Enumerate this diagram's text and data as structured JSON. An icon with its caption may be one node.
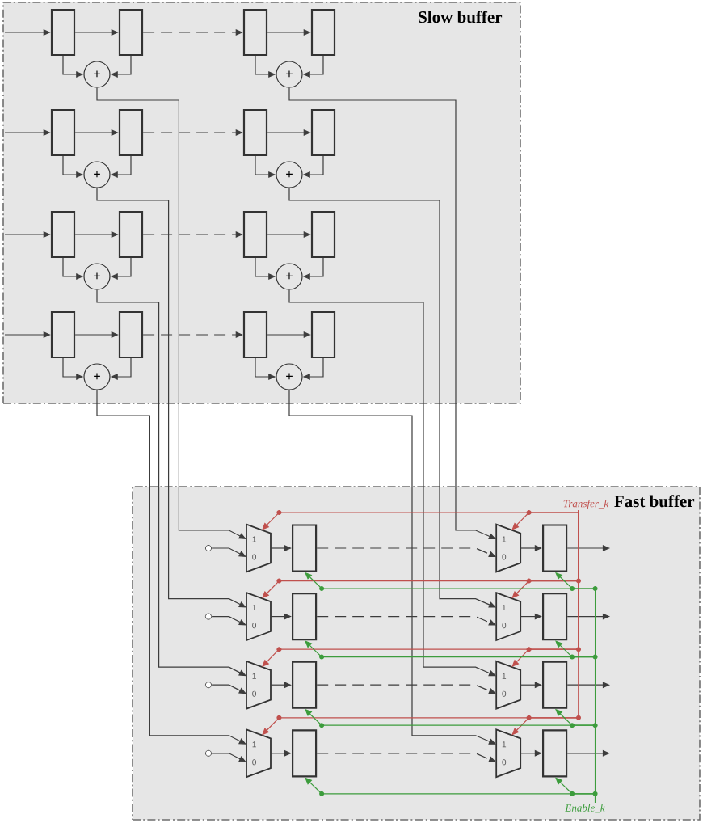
{
  "diagram": {
    "nodes": [
      {
        "text": [
          "Slow buffer"
        ]
      },
      {
        "text": [],
        "shape": "box",
        "in": 0
      },
      {
        "text": [],
        "shape": "box",
        "in": 0
      },
      {
        "text": [],
        "shape": "box",
        "in": 0
      },
      {
        "text": [],
        "shape": "box",
        "in": 0
      },
      {
        "text": [
          "+"
        ],
        "in": 0
      },
      {
        "text": [
          "+"
        ],
        "in": 0
      },
      {
        "text": [],
        "shape": "box",
        "in": 0
      },
      {
        "text": [],
        "shape": "box",
        "in": 0
      },
      {
        "text": [],
        "shape": "box",
        "in": 0
      },
      {
        "text": [],
        "shape": "box",
        "in": 0
      },
      {
        "text": [
          "+"
        ],
        "in": 0
      },
      {
        "text": [
          "+"
        ],
        "in": 0
      },
      {
        "text": [],
        "shape": "box",
        "in": 0
      },
      {
        "text": [],
        "shape": "box",
        "in": 0
      },
      {
        "text": [],
        "shape": "box",
        "in": 0
      },
      {
        "text": [],
        "shape": "box",
        "in": 0
      },
      {
        "text": [
          "+"
        ],
        "in": 0
      },
      {
        "text": [
          "+"
        ],
        "in": 0
      },
      {
        "text": [],
        "shape": "box",
        "in": 0
      },
      {
        "text": [],
        "shape": "box",
        "in": 0
      },
      {
        "text": [],
        "shape": "box",
        "in": 0
      },
      {
        "text": [],
        "shape": "box",
        "in": 0
      },
      {
        "text": [
          "+"
        ],
        "in": 0
      },
      {
        "text": [
          "+"
        ],
        "in": 0
      },
      {
        "text": [
          "Fast buffer"
        ]
      },
      {
        "text": [
          "Transfer_k"
        ],
        "in": 25
      },
      {
        "text": [],
        "shape": "circle",
        "in": 25
      },
      {
        "text": [
          "1",
          "0"
        ],
        "in": 25
      },
      {
        "text": [],
        "shape": "box",
        "in": 25
      },
      {
        "text": [
          "1",
          "0"
        ],
        "in": 25
      },
      {
        "text": [],
        "shape": "box",
        "in": 25
      },
      {
        "text": [],
        "shape": "circle",
        "in": 25
      },
      {
        "text": [
          "1",
          "0"
        ],
        "in": 25
      },
      {
        "text": [],
        "shape": "box",
        "in": 25
      },
      {
        "text": [
          "1",
          "0"
        ],
        "in": 25
      },
      {
        "text": [],
        "shape": "box",
        "in": 25
      },
      {
        "text": [],
        "shape": "circle",
        "in": 25
      },
      {
        "text": [
          "1",
          "0"
        ],
        "in": 25
      },
      {
        "text": [],
        "shape": "box",
        "in": 25
      },
      {
        "text": [
          "1",
          "0"
        ],
        "in": 25
      },
      {
        "text": [],
        "shape": "box",
        "in": 25
      },
      {
        "text": [],
        "shape": "circle",
        "in": 25
      },
      {
        "text": [
          "1",
          "0"
        ],
        "in": 25
      },
      {
        "text": [],
        "shape": "box",
        "in": 25
      },
      {
        "text": [
          "1",
          "0"
        ],
        "in": 25
      },
      {
        "text": [],
        "shape": "box",
        "in": 25
      },
      {
        "text": [
          "Enable_k"
        ],
        "in": 25
      }
    ],
    "edges": [
      {
        "from": null,
        "to": 1,
        "arrow": "to"
      },
      {
        "from": 1,
        "to": 2,
        "arrow": "to"
      },
      {
        "from": 2,
        "to": 3,
        "arrow": "to",
        "style": "dashed"
      },
      {
        "from": 3,
        "to": 4,
        "arrow": "to"
      },
      {
        "from": 1,
        "to": 5,
        "arrow": "to"
      },
      {
        "from": 2,
        "to": 5,
        "arrow": "to"
      },
      {
        "from": 3,
        "to": 6,
        "arrow": "to"
      },
      {
        "from": 4,
        "to": 6,
        "arrow": "to"
      },
      {
        "from": 5,
        "to": 28,
        "arrow": "to"
      },
      {
        "from": 6,
        "to": 30,
        "arrow": "to"
      },
      {
        "from": null,
        "to": 7,
        "arrow": "to"
      },
      {
        "from": 7,
        "to": 8,
        "arrow": "to"
      },
      {
        "from": 8,
        "to": 9,
        "arrow": "to",
        "style": "dashed"
      },
      {
        "from": 9,
        "to": 10,
        "arrow": "to"
      },
      {
        "from": 7,
        "to": 11,
        "arrow": "to"
      },
      {
        "from": 8,
        "to": 11,
        "arrow": "to"
      },
      {
        "from": 9,
        "to": 12,
        "arrow": "to"
      },
      {
        "from": 10,
        "to": 12,
        "arrow": "to"
      },
      {
        "from": 11,
        "to": 33,
        "arrow": "to"
      },
      {
        "from": 12,
        "to": 35,
        "arrow": "to"
      },
      {
        "from": null,
        "to": 13,
        "arrow": "to"
      },
      {
        "from": 13,
        "to": 14,
        "arrow": "to"
      },
      {
        "from": 14,
        "to": 15,
        "arrow": "to",
        "style": "dashed"
      },
      {
        "from": 15,
        "to": 16,
        "arrow": "to"
      },
      {
        "from": 13,
        "to": 17,
        "arrow": "to"
      },
      {
        "from": 14,
        "to": 17,
        "arrow": "to"
      },
      {
        "from": 15,
        "to": 18,
        "arrow": "to"
      },
      {
        "from": 16,
        "to": 18,
        "arrow": "to"
      },
      {
        "from": 17,
        "to": 38,
        "arrow": "to"
      },
      {
        "from": 18,
        "to": 40,
        "arrow": "to"
      },
      {
        "from": null,
        "to": 19,
        "arrow": "to"
      },
      {
        "from": 19,
        "to": 20,
        "arrow": "to"
      },
      {
        "from": 20,
        "to": 21,
        "arrow": "to",
        "style": "dashed"
      },
      {
        "from": 21,
        "to": 22,
        "arrow": "to"
      },
      {
        "from": 19,
        "to": 23,
        "arrow": "to"
      },
      {
        "from": 20,
        "to": 23,
        "arrow": "to"
      },
      {
        "from": 21,
        "to": 24,
        "arrow": "to"
      },
      {
        "from": 22,
        "to": 24,
        "arrow": "to"
      },
      {
        "from": 23,
        "to": 43,
        "arrow": "to"
      },
      {
        "from": 24,
        "to": 45,
        "arrow": "to"
      },
      {
        "from": 27,
        "to": 28,
        "arrow": "to"
      },
      {
        "from": 28,
        "to": 29,
        "arrow": "to"
      },
      {
        "from": 29,
        "to": 30,
        "arrow": "to",
        "style": "dashed"
      },
      {
        "from": 30,
        "to": 31,
        "arrow": "to"
      },
      {
        "from": 31,
        "to": null,
        "arrow": "to"
      },
      {
        "from": 32,
        "to": 33,
        "arrow": "to"
      },
      {
        "from": 33,
        "to": 34,
        "arrow": "to"
      },
      {
        "from": 34,
        "to": 35,
        "arrow": "to",
        "style": "dashed"
      },
      {
        "from": 35,
        "to": 36,
        "arrow": "to"
      },
      {
        "from": 36,
        "to": null,
        "arrow": "to"
      },
      {
        "from": 37,
        "to": 38,
        "arrow": "to"
      },
      {
        "from": 38,
        "to": 39,
        "arrow": "to"
      },
      {
        "from": 39,
        "to": 40,
        "arrow": "to",
        "style": "dashed"
      },
      {
        "from": 40,
        "to": 41,
        "arrow": "to"
      },
      {
        "from": 41,
        "to": null,
        "arrow": "to"
      },
      {
        "from": 42,
        "to": 43,
        "arrow": "to"
      },
      {
        "from": 43,
        "to": 44,
        "arrow": "to"
      },
      {
        "from": 44,
        "to": 45,
        "arrow": "to",
        "style": "dashed"
      },
      {
        "from": 45,
        "to": 46,
        "arrow": "to"
      },
      {
        "from": 46,
        "to": null,
        "arrow": "to"
      },
      {
        "from": 26,
        "to": 28,
        "arrow": "to",
        "color": "#c0504d"
      },
      {
        "from": 26,
        "to": 30,
        "arrow": "to",
        "color": "#c0504d"
      },
      {
        "from": 26,
        "to": 33,
        "arrow": "to",
        "color": "#c0504d"
      },
      {
        "from": 26,
        "to": 35,
        "arrow": "to",
        "color": "#c0504d"
      },
      {
        "from": 26,
        "to": 38,
        "arrow": "to",
        "color": "#c0504d"
      },
      {
        "from": 26,
        "to": 40,
        "arrow": "to",
        "color": "#c0504d"
      },
      {
        "from": 26,
        "to": 43,
        "arrow": "to",
        "color": "#c0504d"
      },
      {
        "from": 26,
        "to": 45,
        "arrow": "to",
        "color": "#c0504d"
      },
      {
        "from": 47,
        "to": 29,
        "arrow": "to",
        "color": "#3c9c3c"
      },
      {
        "from": 47,
        "to": 31,
        "arrow": "to",
        "color": "#3c9c3c"
      },
      {
        "from": 47,
        "to": 34,
        "arrow": "to",
        "color": "#3c9c3c"
      },
      {
        "from": 47,
        "to": 36,
        "arrow": "to",
        "color": "#3c9c3c"
      },
      {
        "from": 47,
        "to": 39,
        "arrow": "to",
        "color": "#3c9c3c"
      },
      {
        "from": 47,
        "to": 41,
        "arrow": "to",
        "color": "#3c9c3c"
      },
      {
        "from": 47,
        "to": 44,
        "arrow": "to",
        "color": "#3c9c3c"
      },
      {
        "from": 47,
        "to": 46,
        "arrow": "to",
        "color": "#3c9c3c"
      }
    ]
  }
}
